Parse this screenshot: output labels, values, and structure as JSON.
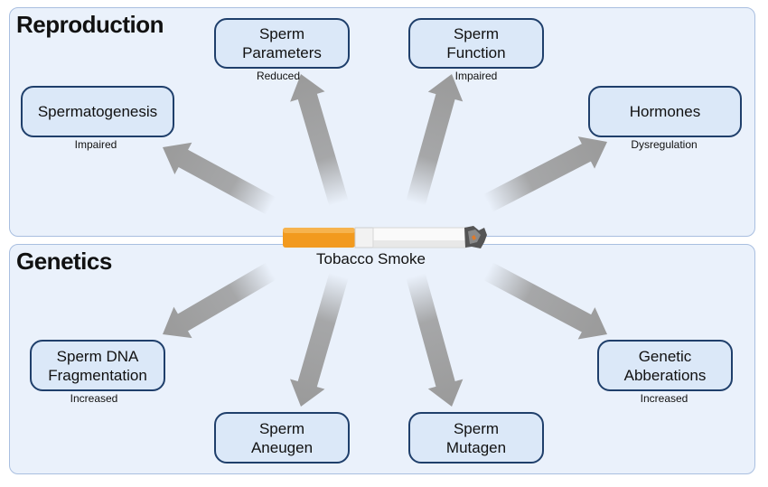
{
  "sections": {
    "top": "Reproduction",
    "bottom": "Genetics"
  },
  "center": "Tobacco Smoke",
  "nodes": [
    {
      "key": "spermatogenesis",
      "label": "Spermatogenesis",
      "note": "Impaired"
    },
    {
      "key": "sperm-parameters",
      "label": "Sperm\nParameters",
      "note": "Reduced"
    },
    {
      "key": "sperm-function",
      "label": "Sperm\nFunction",
      "note": "Impaired"
    },
    {
      "key": "hormones",
      "label": "Hormones",
      "note": "Dysregulation"
    },
    {
      "key": "sperm-dna-fragmentation",
      "label": "Sperm DNA\nFragmentation",
      "note": "Increased"
    },
    {
      "key": "sperm-aneugen",
      "label": "Sperm\nAneugen",
      "note": ""
    },
    {
      "key": "sperm-mutagen",
      "label": "Sperm\nMutagen",
      "note": ""
    },
    {
      "key": "genetic-abberations",
      "label": "Genetic\nAbberations",
      "note": "Increased"
    }
  ],
  "colors": {
    "panel_fill": "#eaf1fb",
    "node_fill": "#dbe8f8",
    "node_border": "#1f3f6b",
    "arrow": "#9a9a9a",
    "filter": "#f29a1e"
  }
}
